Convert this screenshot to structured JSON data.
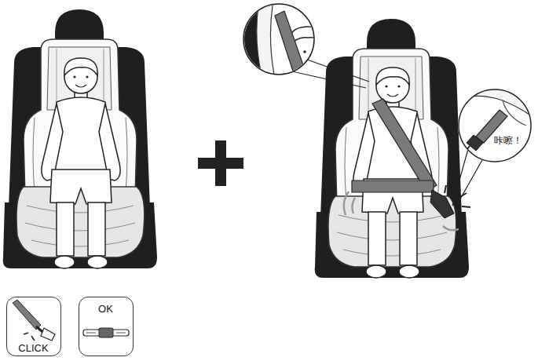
{
  "diagram": {
    "nodes": [
      {
        "text": [
          "咔嚓！"
        ]
      },
      {
        "text": [
          "CLICK"
        ]
      },
      {
        "text": [
          "OK"
        ]
      }
    ]
  }
}
